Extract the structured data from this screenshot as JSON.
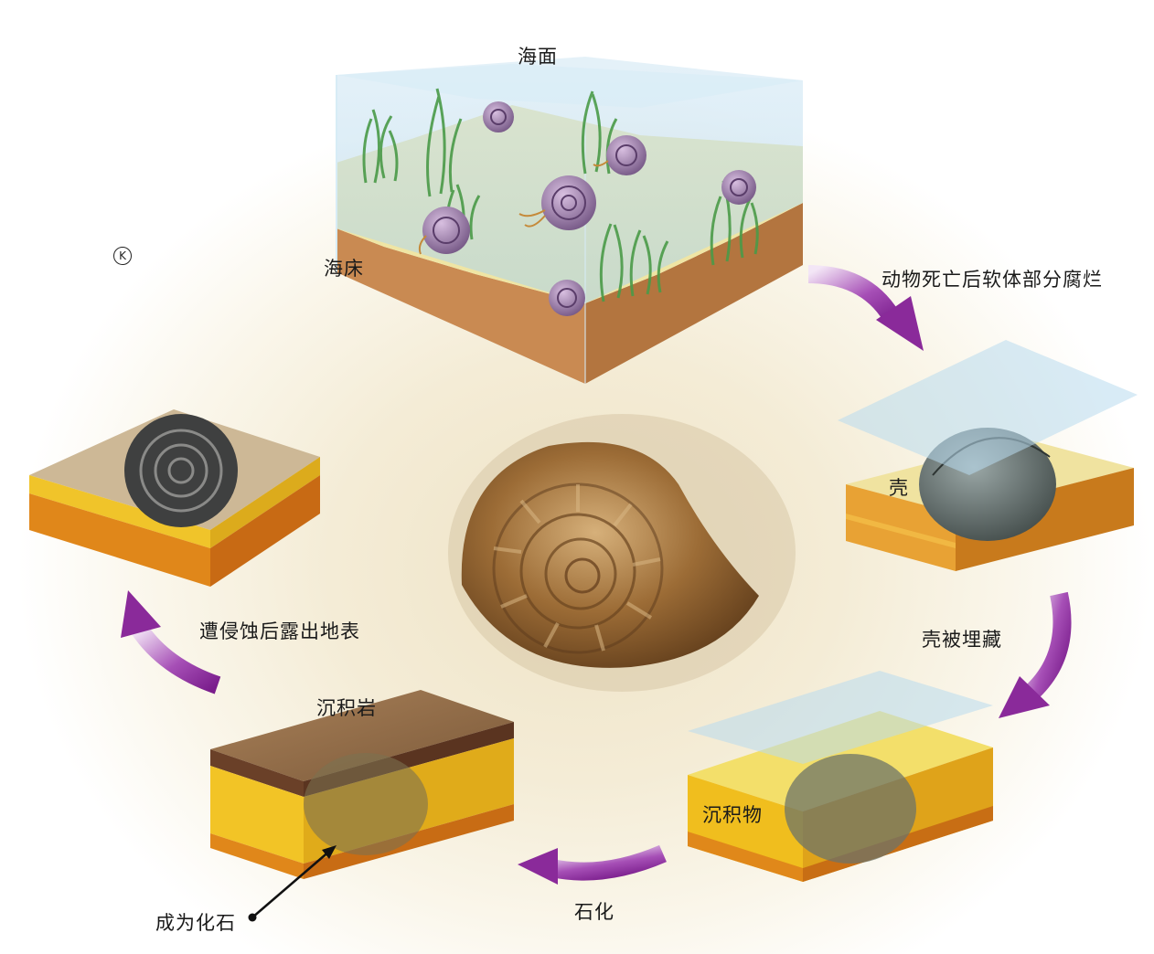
{
  "labels": {
    "sea_surface": "海面",
    "sea_floor": "海床",
    "step_decay": "动物死亡后软体部分腐烂",
    "shell": "壳",
    "step_buried": "壳被埋藏",
    "sediment": "沉积物",
    "step_petrify": "石化",
    "sedimentary_rock": "沉积岩",
    "become_fossil": "成为化石",
    "step_erosion": "遭侵蚀后露出地表",
    "copyright_mark": "K"
  },
  "colors": {
    "arrow": "#8a2a9a",
    "water": "#b8d9ee",
    "sand": "#efe39a",
    "soil": "#c8874e",
    "sediment_yellow": "#f2c42a",
    "sediment_orange": "#e39318",
    "rock_brown": "#8f6a46",
    "fossil_bronze": "#8a6030"
  }
}
